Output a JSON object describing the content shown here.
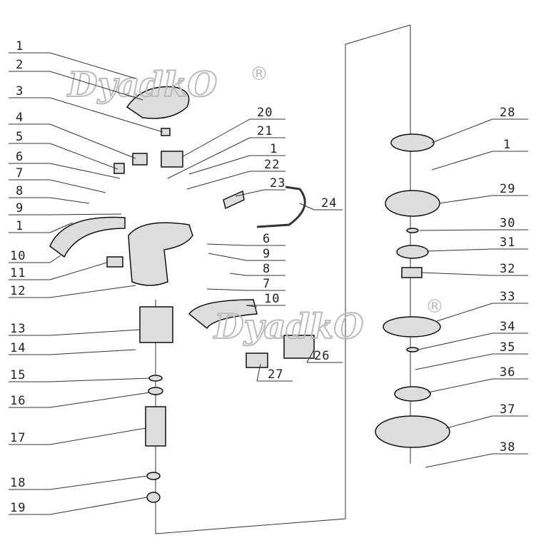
{
  "watermark": {
    "text": "DyadkO",
    "mark": "®"
  },
  "labels_left": [
    "1",
    "2",
    "3",
    "4",
    "5",
    "6",
    "7",
    "8",
    "9",
    "1",
    "10",
    "11",
    "12",
    "13",
    "14",
    "15",
    "16",
    "17",
    "18",
    "19"
  ],
  "labels_mid": [
    "20",
    "21",
    "1",
    "22",
    "23",
    "24",
    "6",
    "9",
    "8",
    "7",
    "10",
    "26",
    "27"
  ],
  "labels_right": [
    "28",
    "1",
    "29",
    "30",
    "31",
    "32",
    "33",
    "34",
    "35",
    "36",
    "37",
    "38"
  ]
}
